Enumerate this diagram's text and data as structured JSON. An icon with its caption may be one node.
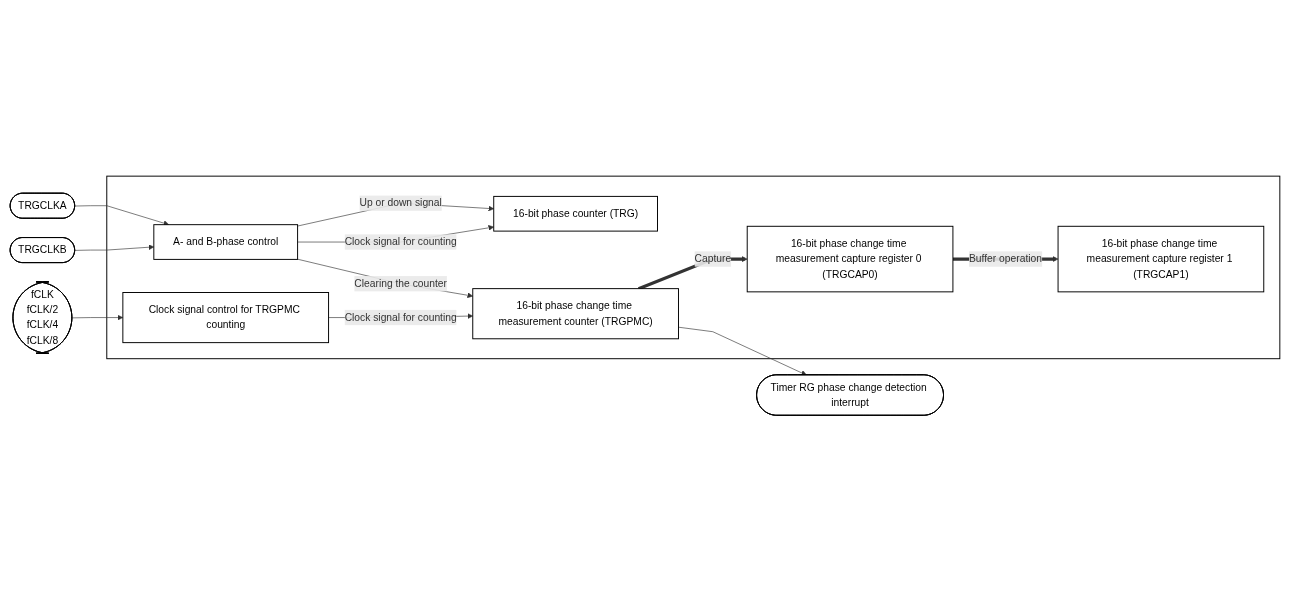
{
  "diagram": {
    "nodes": [
      {
        "text": [],
        "shape": "box"
      },
      {
        "text": [
          "TRGCLKA"
        ]
      },
      {
        "text": [
          "TRGCLKB"
        ]
      },
      {
        "text": [
          "fCLK",
          "fCLK/2",
          "fCLK/4",
          "fCLK/8"
        ]
      },
      {
        "text": [
          "A- and B-phase control"
        ],
        "in": 0
      },
      {
        "text": [
          "16-bit phase counter (TRG)"
        ],
        "in": 0
      },
      {
        "text": [
          "16-bit phase change time measurement capture register 1 (TRGCAP1)"
        ],
        "in": 0
      },
      {
        "text": [
          "16-bit phase change time measurement capture register 0 (TRGCAP0)"
        ],
        "in": 0
      },
      {
        "text": [
          "Clock signal control for TRGPMC counting"
        ],
        "in": 0
      },
      {
        "text": [
          "16-bit phase change time measurement counter (TRGPMC)"
        ],
        "in": 0
      },
      {
        "text": [
          "Timer RG phase change detection interrupt"
        ]
      }
    ],
    "edges": [
      {
        "from": 1,
        "to": 4,
        "arrow": "to"
      },
      {
        "from": 2,
        "to": 4,
        "arrow": "to"
      },
      {
        "from": 4,
        "to": 5,
        "arrow": "to",
        "label": "Up or down signal"
      },
      {
        "from": 4,
        "to": 5,
        "arrow": "to",
        "label": "Clock signal for counting"
      },
      {
        "from": 4,
        "to": 9,
        "arrow": "to",
        "label": "Clearing the counter"
      },
      {
        "from": 3,
        "to": 8,
        "arrow": "to"
      },
      {
        "from": 8,
        "to": 9,
        "arrow": "to",
        "label": "Clock signal for counting"
      },
      {
        "from": 9,
        "to": 7,
        "arrow": "to",
        "label": "Capture",
        "style": "thick"
      },
      {
        "from": 7,
        "to": 6,
        "arrow": "to",
        "label": "Buffer operation",
        "style": "thick"
      },
      {
        "from": 9,
        "to": 10,
        "arrow": "to"
      }
    ]
  }
}
